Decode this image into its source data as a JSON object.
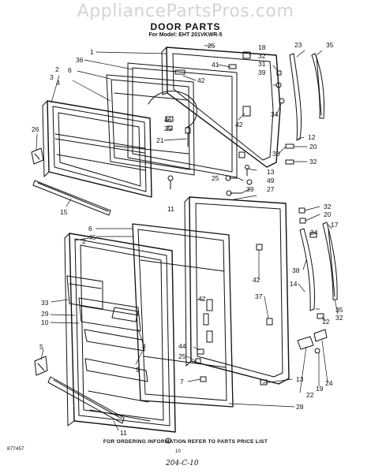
{
  "watermark": "AppliancePartsPros.com",
  "header": {
    "title": "DOOR PARTS",
    "model_line": "For Model: EHT 201VKWR-5"
  },
  "footer": {
    "note": "FOR ORDERING INFORMATION REFER TO PARTS PRICE LIST",
    "page_number": "10",
    "doc_number": "877457",
    "handwritten": "204-C-10"
  },
  "callouts": {
    "c1": "1",
    "c2": "2",
    "c3": "3",
    "c4": "4",
    "c5": "5",
    "c6a": "6",
    "c6b": "6",
    "c7": "7",
    "c8": "8",
    "c9": "9",
    "c10": "10",
    "c11a": "11",
    "c11b": "11",
    "c12a": "12",
    "c12b": "12",
    "c13a": "13",
    "c13b": "13",
    "c14": "14",
    "c15": "15",
    "c17": "17",
    "c18": "18",
    "c19": "19",
    "c20a": "20",
    "c20b": "20",
    "c21": "21",
    "c22": "22",
    "c23": "23",
    "c24": "24",
    "c25a": "25",
    "c25b": "25",
    "c25c": "25",
    "c25d": "25",
    "c26": "26",
    "c27": "27",
    "c28": "28",
    "c29": "29",
    "c31": "31",
    "c32a": "32",
    "c32b": "32",
    "c32c": "32",
    "c32d": "32",
    "c33": "33",
    "c34a": "34",
    "c34b": "34",
    "c35a": "35",
    "c35b": "35",
    "c36": "36",
    "c37": "37",
    "c38a": "38",
    "c38b": "38",
    "c39a": "39",
    "c39b": "39",
    "c41": "41",
    "c42a": "42",
    "c42b": "42",
    "c42c": "42",
    "c42d": "42",
    "c44": "44",
    "c45": "45",
    "c46": "46",
    "c49": "49"
  }
}
